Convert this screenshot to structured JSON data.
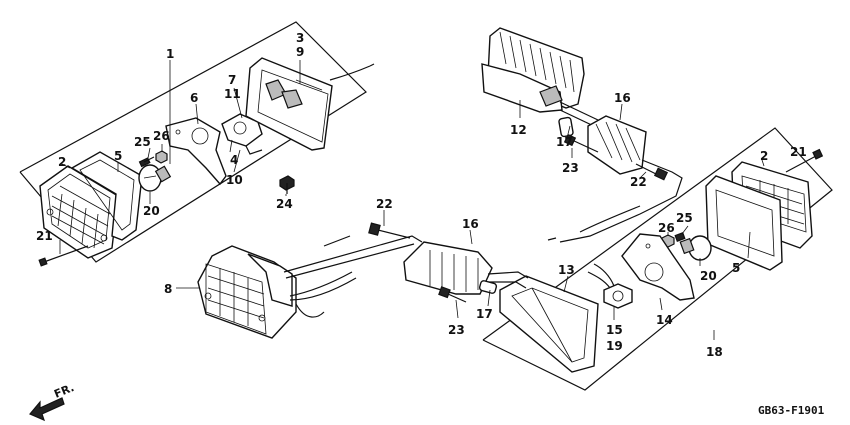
{
  "diagram": {
    "drawing_code": "GB63-F1901",
    "direction_label": "FR.",
    "callouts": {
      "c1": "1",
      "c2a": "2",
      "c2b": "2",
      "c3": "3",
      "c4": "4",
      "c5a": "5",
      "c5b": "5",
      "c6": "6",
      "c7": "7",
      "c8": "8",
      "c9": "9",
      "c10": "10",
      "c11": "11",
      "c12": "12",
      "c13": "13",
      "c14": "14",
      "c15": "15",
      "c16a": "16",
      "c16b": "16",
      "c17a": "17",
      "c17b": "17",
      "c18": "18",
      "c19": "19",
      "c20a": "20",
      "c20b": "20",
      "c21a": "21",
      "c21b": "21",
      "c22a": "22",
      "c22b": "22",
      "c23a": "23",
      "c23b": "23",
      "c24": "24",
      "c25a": "25",
      "c25b": "25",
      "c26a": "26",
      "c26b": "26"
    }
  }
}
